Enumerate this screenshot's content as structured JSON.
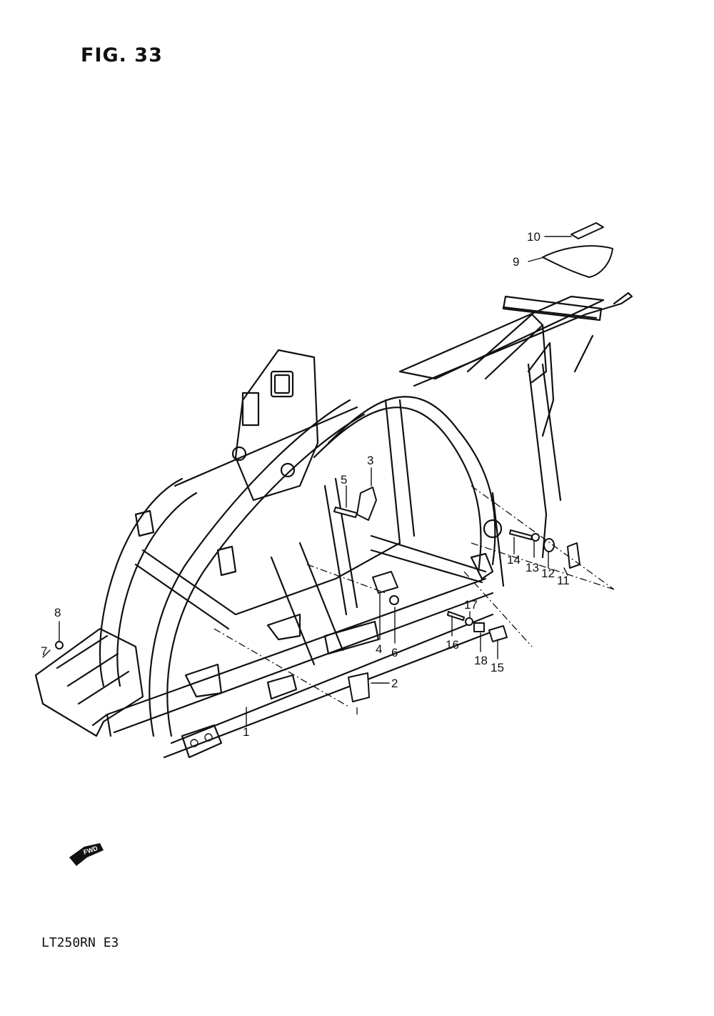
{
  "figure": {
    "title": "FIG. 33",
    "model_code": "LT250RN  E3",
    "fwd_label": "FWD"
  },
  "callouts": [
    "1",
    "2",
    "3",
    "4",
    "5",
    "6",
    "7",
    "8",
    "9",
    "10",
    "11",
    "12",
    "13",
    "14",
    "15",
    "16",
    "17",
    "18"
  ]
}
